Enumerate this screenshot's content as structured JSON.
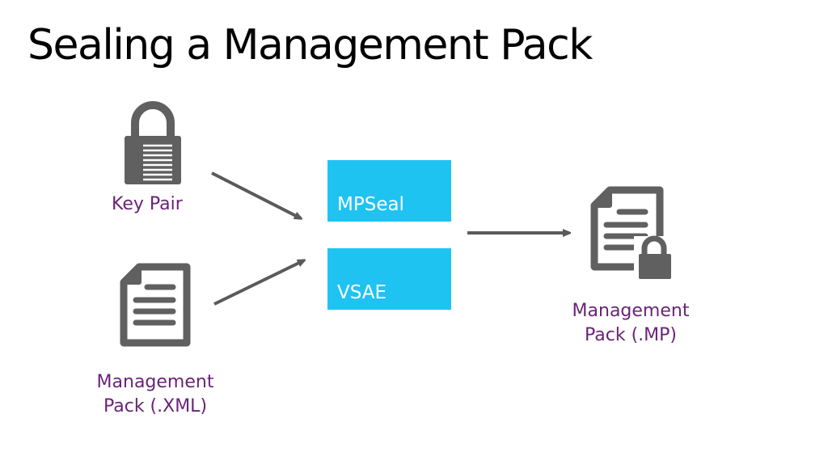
{
  "slide": {
    "title": "Sealing a Management Pack"
  },
  "inputs": {
    "key_pair_label": "Key Pair",
    "mp_xml_label_line1": "Management",
    "mp_xml_label_line2": "Pack (.XML)"
  },
  "tools": {
    "mpseal_label": "MPSeal",
    "vsae_label": "VSAE"
  },
  "output": {
    "mp_label_line1": "Management",
    "mp_label_line2": "Pack (.MP)"
  },
  "icons": {
    "key_pair": "padlock-icon",
    "mp_xml": "document-icon",
    "mp_sealed": "locked-document-icon"
  },
  "colors": {
    "box_fill": "#1FC3F2",
    "label_text": "#6A2378",
    "icon_gray": "#606060",
    "arrow_gray": "#5A5A5A"
  }
}
